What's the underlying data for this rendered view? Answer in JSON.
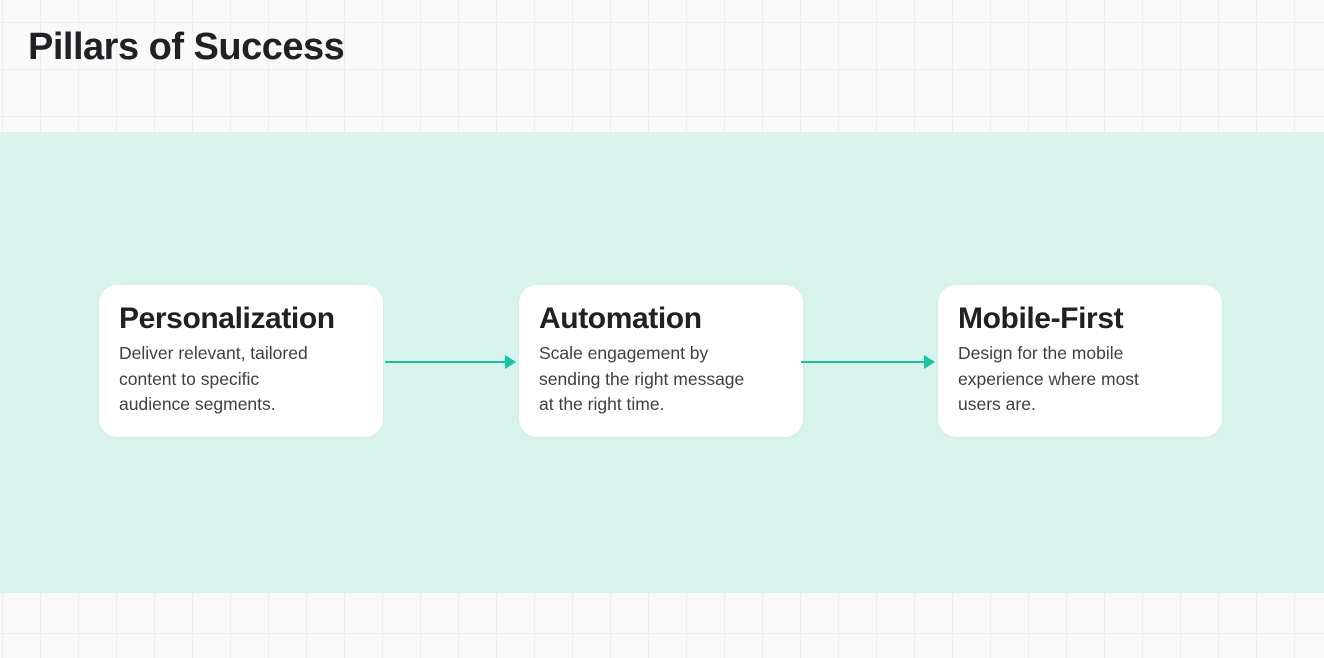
{
  "slide": {
    "title": "Pillars of Success",
    "colors": {
      "page_background": "#f9f9f9",
      "grid_line": "#ededed",
      "band_background": "#d8f2ec",
      "card_background": "#ffffff",
      "heading_text": "#202124",
      "body_text": "#3c4043",
      "arrow": "#15c5a3"
    },
    "pillars": [
      {
        "title": "Personalization",
        "description": "Deliver relevant, tailored\ncontent to specific\naudience segments."
      },
      {
        "title": "Automation",
        "description": "Scale engagement by\nsending the right message\nat the right time."
      },
      {
        "title": "Mobile-First",
        "description": "Design for the mobile\nexperience where most\nusers are."
      }
    ]
  }
}
